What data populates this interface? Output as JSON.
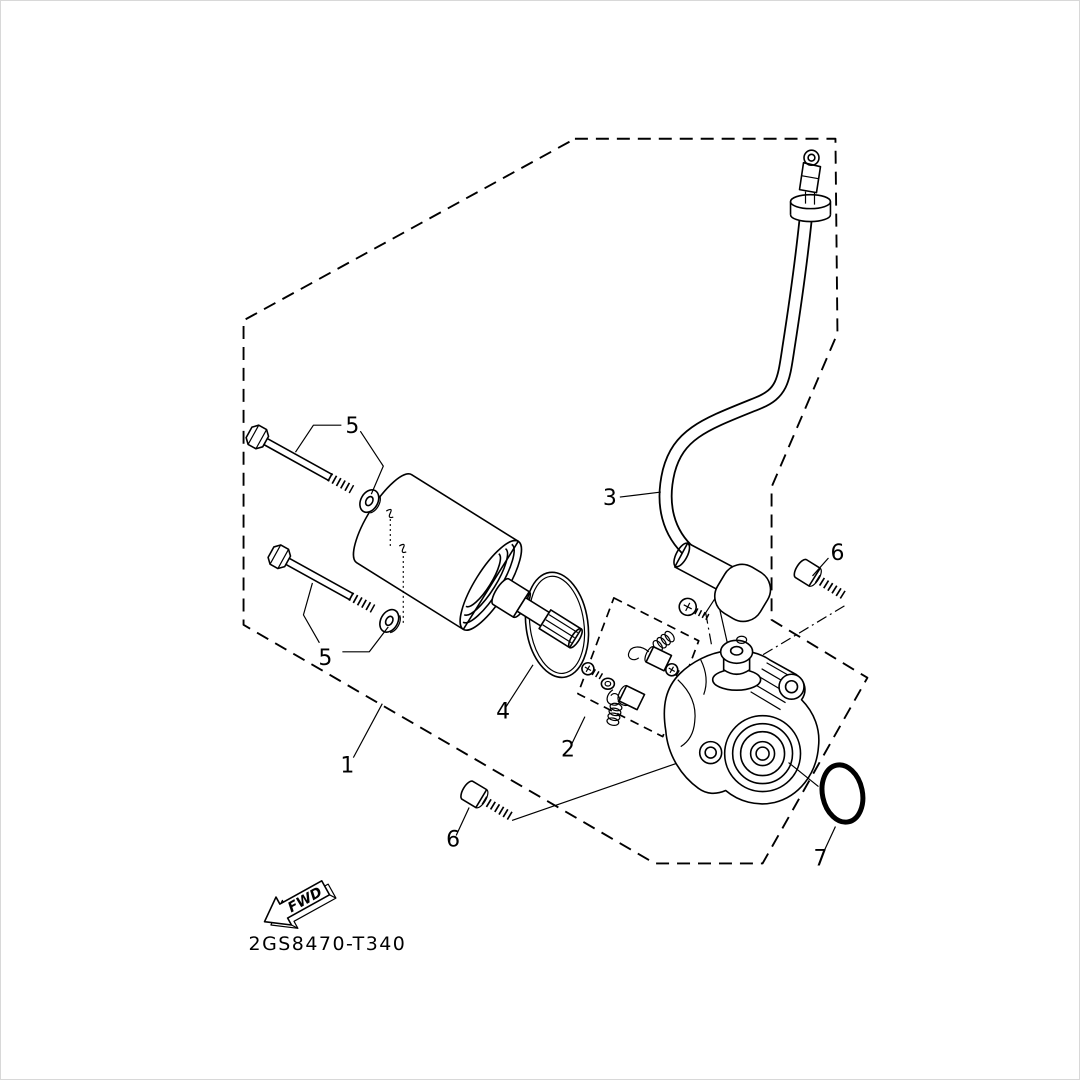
{
  "figure": {
    "part_code": "2GS8470-T340",
    "fwd_label": "FWD",
    "callouts": {
      "c1": "1",
      "c2": "2",
      "c3": "3",
      "c4": "4",
      "c5a": "5",
      "c5b": "5",
      "c6a": "6",
      "c6b": "6",
      "c7": "7"
    },
    "colors": {
      "line": "#000000",
      "background": "#ffffff",
      "frame": "#d8d8d8"
    }
  }
}
